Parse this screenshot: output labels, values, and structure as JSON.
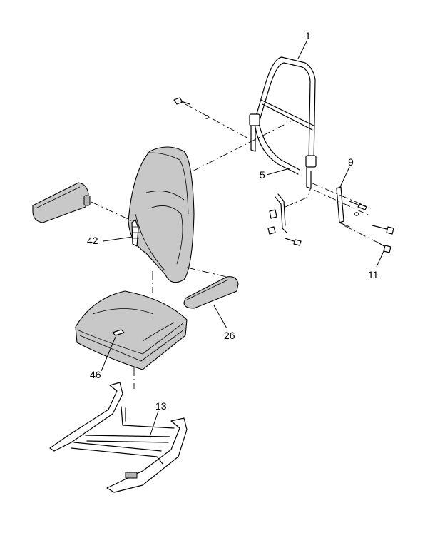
{
  "callouts": [
    {
      "id": "1",
      "text": "1"
    },
    {
      "id": "5",
      "text": "5"
    },
    {
      "id": "9",
      "text": "9"
    },
    {
      "id": "11",
      "text": "11"
    },
    {
      "id": "42",
      "text": "42"
    },
    {
      "id": "26",
      "text": "26"
    },
    {
      "id": "46",
      "text": "46"
    },
    {
      "id": "13",
      "text": "13"
    }
  ]
}
